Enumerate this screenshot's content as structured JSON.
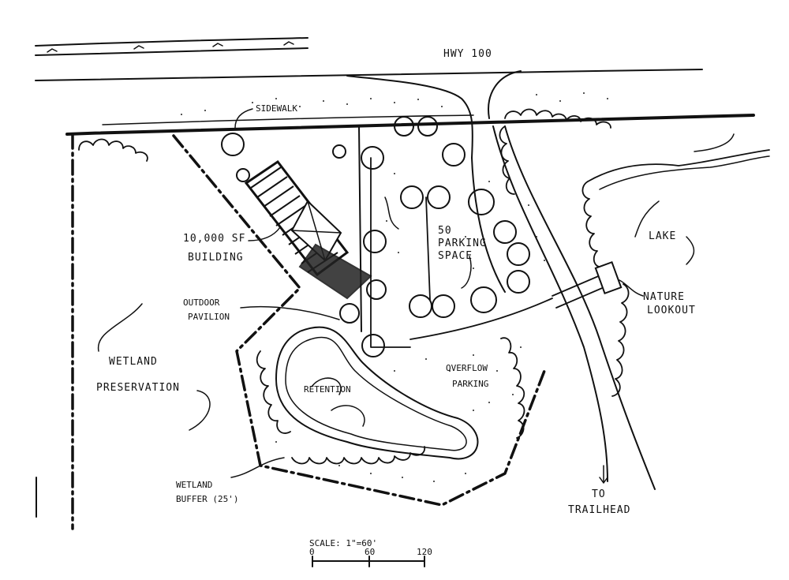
{
  "labels": {
    "hwy": "HWY 100",
    "sidewalk": "SIDEWALK",
    "building_1": "10,000 SF",
    "building_2": "BUILDING",
    "parking_1": "50",
    "parking_2": "PARKING",
    "parking_3": "SPACE",
    "lake": "LAKE",
    "lookout_1": "NATURE",
    "lookout_2": "LOOKOUT",
    "pavilion_1": "OUTDOOR",
    "pavilion_2": "PAVILION",
    "wetland_1": "WETLAND",
    "wetland_2": "PRESERVATION",
    "retention": "RETENTION",
    "overflow_1": "OVERFLOW",
    "overflow_2": "PARKING",
    "buffer_1": "WETLAND",
    "buffer_2": "BUFFER (25')",
    "trail_1": "TO",
    "trail_2": "TRAILHEAD",
    "scale": "SCALE: 1\"=60'",
    "tick_0": "0",
    "tick_60": "60",
    "tick_120": "120"
  }
}
